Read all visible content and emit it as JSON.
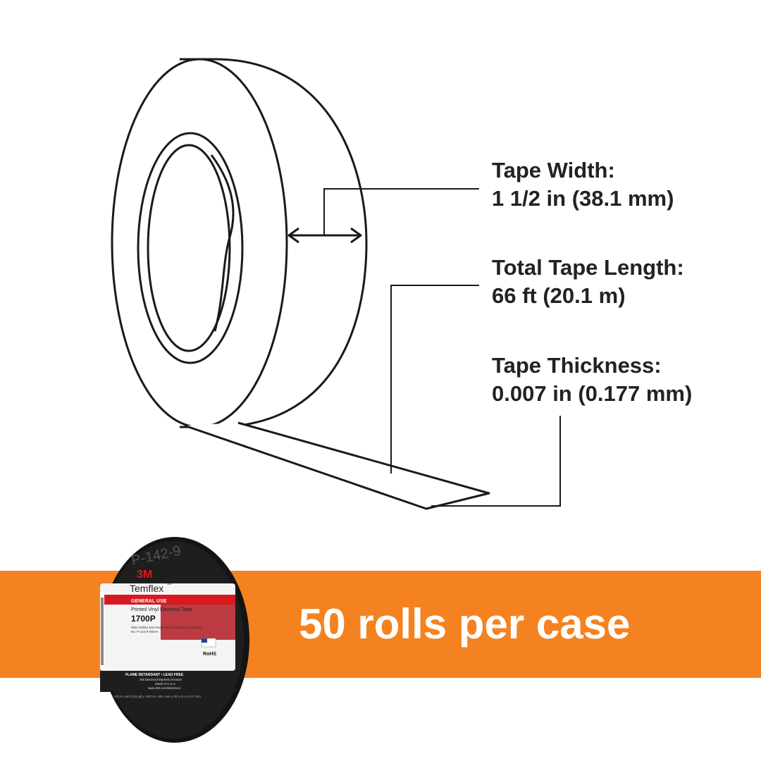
{
  "specs": {
    "width": {
      "label": "Tape Width:",
      "value": "1 1/2 in (38.1 mm)"
    },
    "length": {
      "label": "Total Tape Length:",
      "value": "66 ft (20.1 m)"
    },
    "thickness": {
      "label": "Tape Thickness:",
      "value": "0.007 in (0.177 mm)"
    }
  },
  "banner": {
    "text": "50 rolls per case",
    "color": "#f58220"
  },
  "product": {
    "brand": "3M",
    "name": "Temflex",
    "trademark": "™",
    "category": "GENERAL USE",
    "description": "Printed Vinyl Electrical Tape",
    "model": "1700P",
    "approval_line1": "Mine Safety and Health Administration Acceptance",
    "approval_line2": "No. P-142-9 MSHA",
    "certification": "RoHS",
    "features": "FLAME RETARDANT • LEAD FREE",
    "division": "3M Electrical Markets Division",
    "origin": "Made in U.S.A.",
    "website": "www.3M.com/electrical",
    "dimensions": "1-1/2 in x 66 ft (22 yd) x .007 in • 38.1 mm x 20.1 m x 0.177 mm",
    "printed_code": "P-142-9"
  }
}
